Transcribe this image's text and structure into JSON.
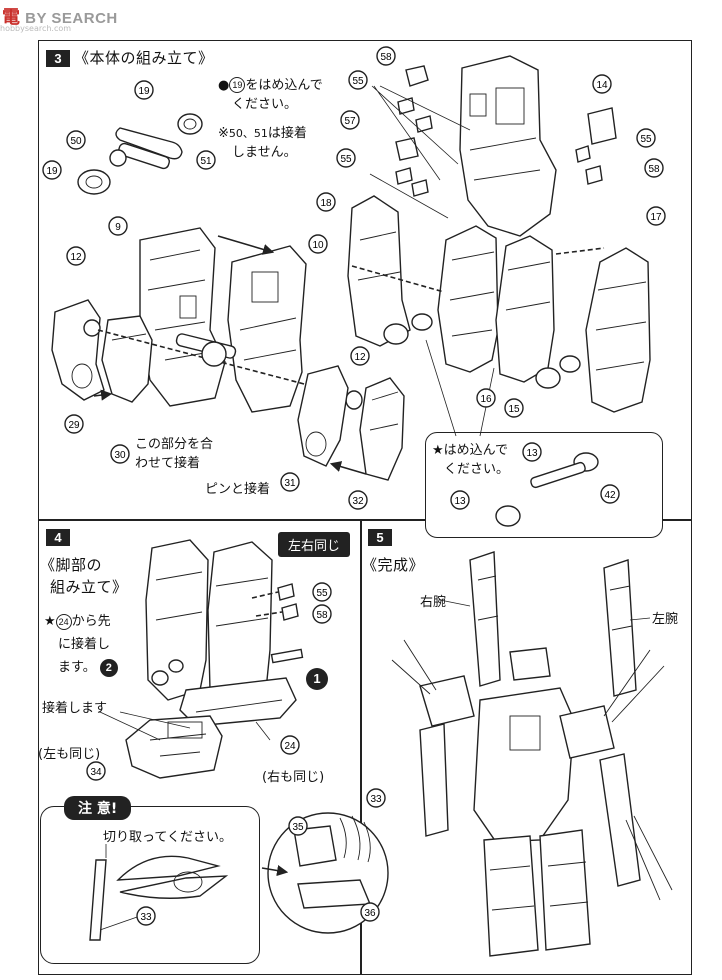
{
  "watermark": {
    "brand_red": "電",
    "brand": "BY SEARCH",
    "sub": "hobbysearch.com"
  },
  "step3": {
    "number": "3",
    "title": "《本体の組み立て》",
    "note1_bullet": "●",
    "note1_part": "19",
    "note1_text": "をはめ込んで",
    "note1_text2": "ください。",
    "note2_prefix": "※",
    "note2_parts": "50、51",
    "note2_text": "は接着",
    "note2_text2": "しません。",
    "label_join": "この部分を合",
    "label_join2": "わせて接着",
    "label_pin": "ピンと接着",
    "bubble_star": "★",
    "bubble_text": "はめ込んで",
    "bubble_text2": "ください。",
    "parts": [
      "58",
      "55",
      "57",
      "55",
      "18",
      "19",
      "50",
      "51",
      "19",
      "9",
      "10",
      "12",
      "29",
      "30",
      "12",
      "31",
      "32",
      "16",
      "15",
      "17",
      "14",
      "55",
      "58",
      "13",
      "42",
      "13"
    ]
  },
  "step4": {
    "number": "4",
    "title": "《脚部の",
    "title2": "組み立て》",
    "badge": "左右同じ",
    "note_star": "★",
    "note_part": "24",
    "note_text": "から先",
    "note_text2": "に接着し",
    "note_text3": "ます。",
    "note_circle": "2",
    "label_glue": "接着します",
    "label_left_same": "(左も同じ)",
    "label_right_same": "(右も同じ)",
    "circle1": "1",
    "parts": [
      "55",
      "58",
      "24",
      "34"
    ],
    "warn_title": "注 意!",
    "warn_text": "切り取ってください。",
    "warn_part": "33"
  },
  "step5": {
    "number": "5",
    "title": "《完成》",
    "right_arm": "右腕",
    "left_arm": "左腕",
    "parts": [
      "33",
      "35",
      "36"
    ]
  },
  "colors": {
    "ink": "#222222",
    "watermark_red": "#c9302c",
    "watermark_gray": "#9a9a9a"
  }
}
